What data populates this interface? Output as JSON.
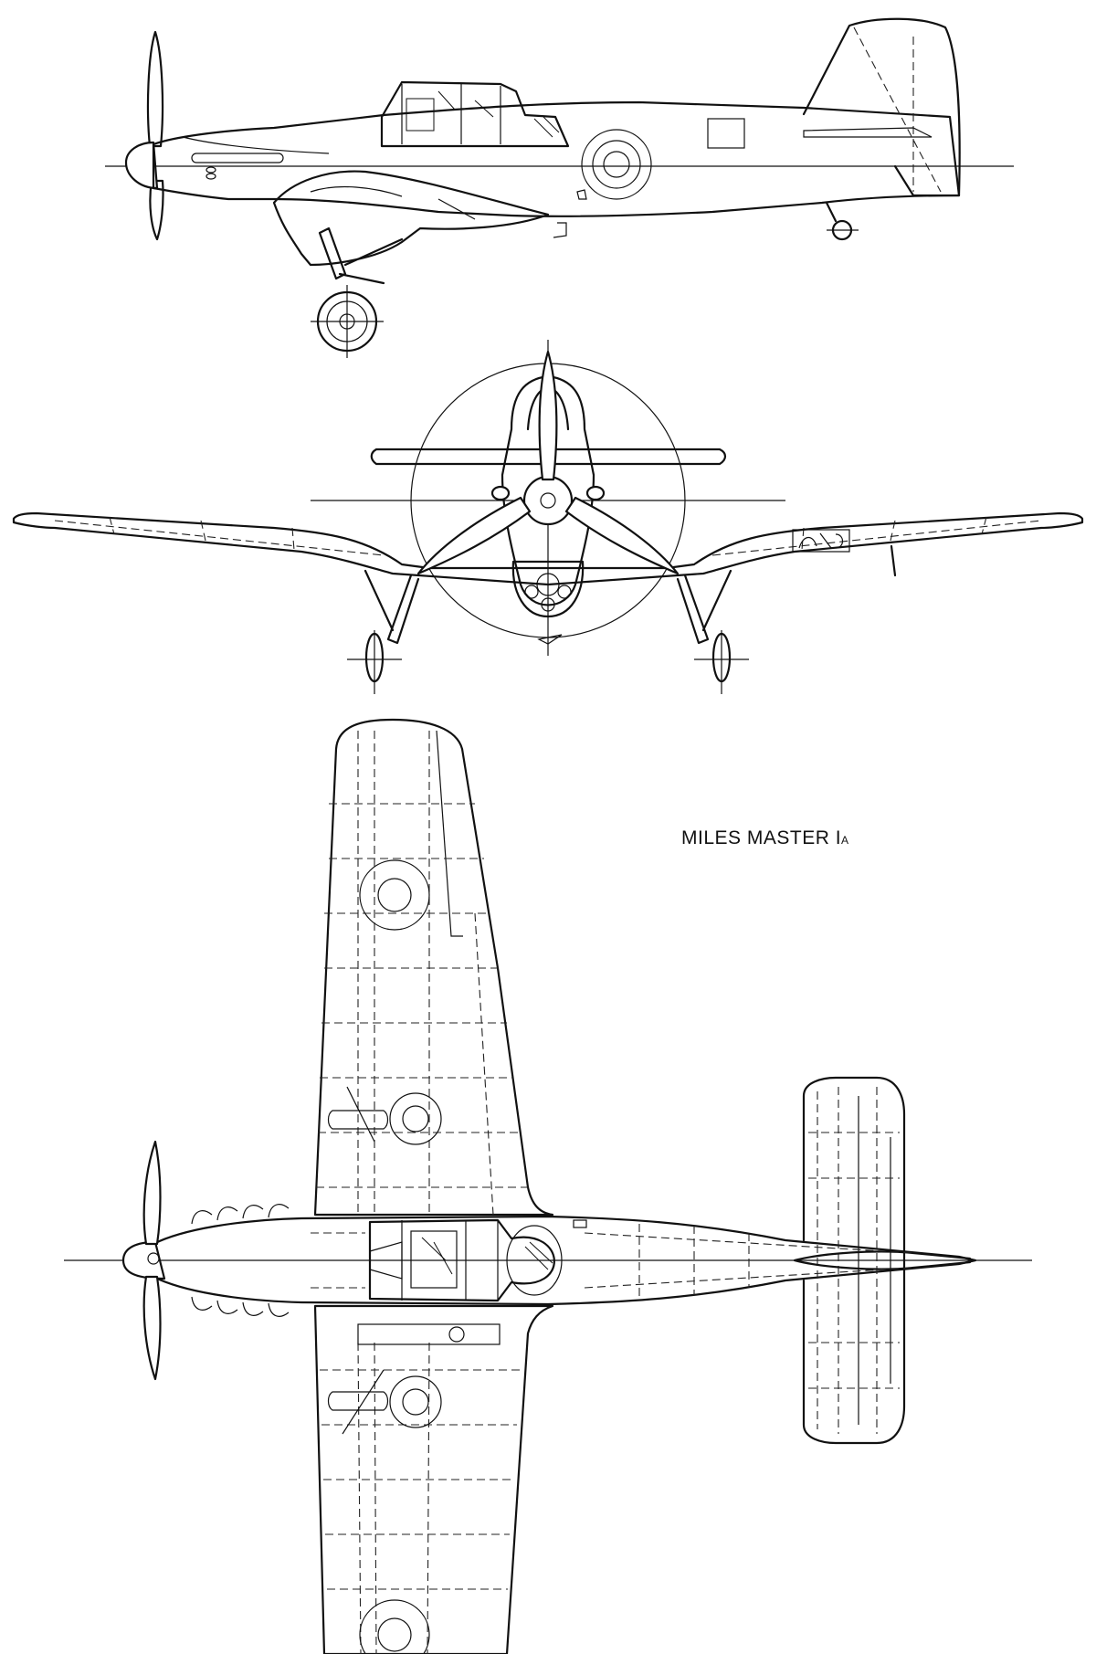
{
  "title": {
    "main": "MILES MASTER I",
    "suffix": "A"
  },
  "views": [
    "side-view",
    "front-view",
    "plan-view"
  ]
}
